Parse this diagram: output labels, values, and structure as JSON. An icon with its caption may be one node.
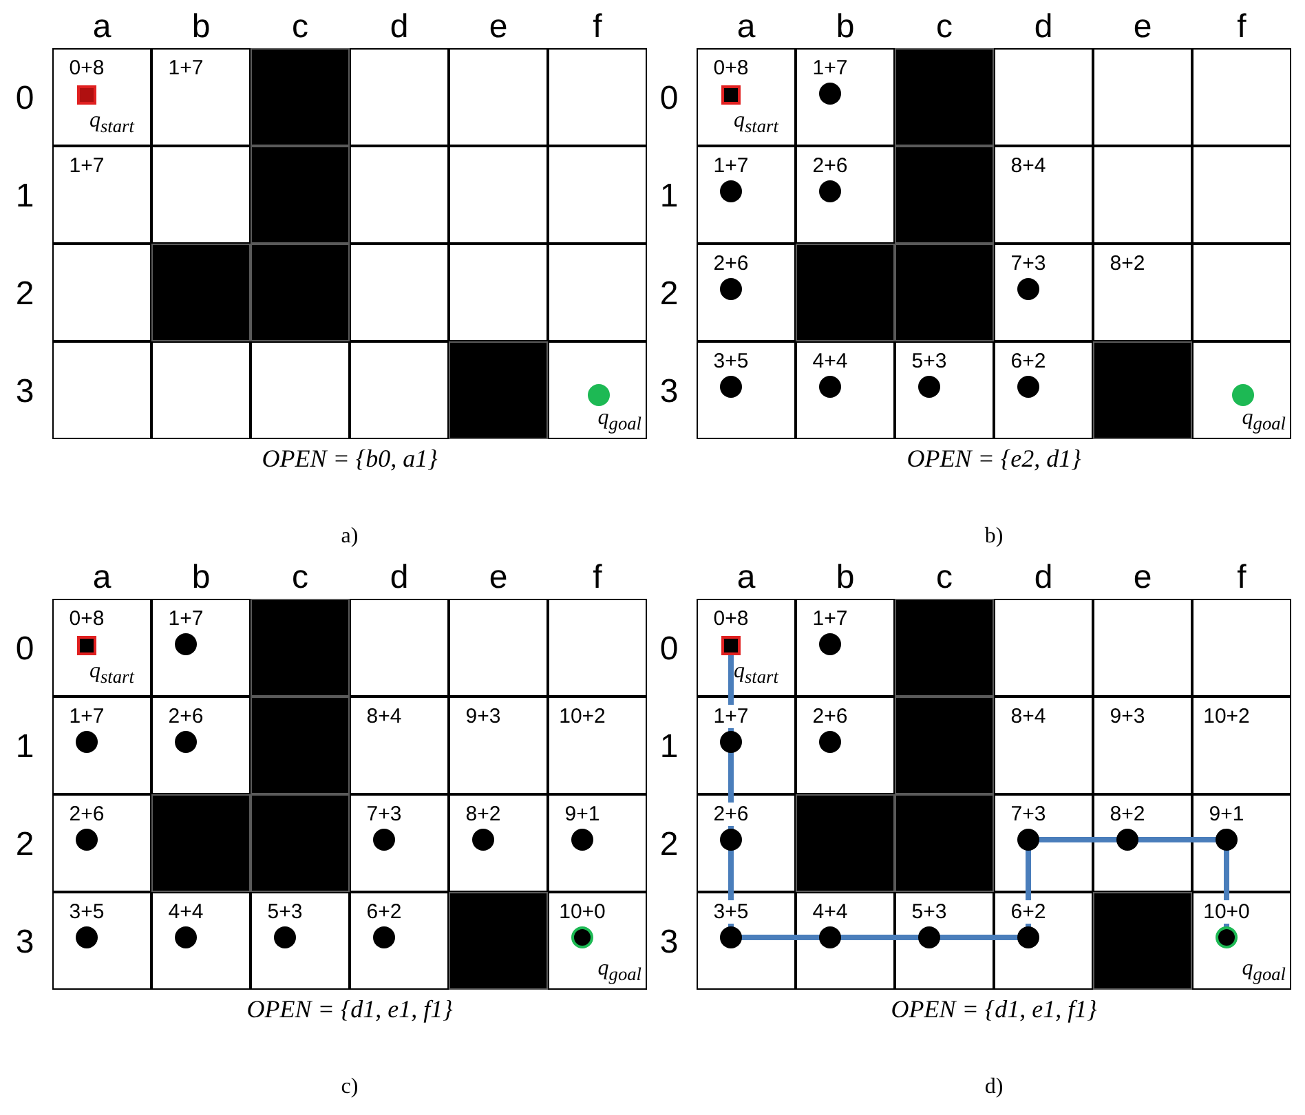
{
  "diagram": {
    "nodes": [
      {
        "text": [
          "0+8",
          "q$_{start}$"
        ]
      },
      {
        "text": [
          "1+7"
        ]
      },
      {
        "text": [],
        "shape": "box"
      },
      {
        "text": [],
        "shape": "box"
      },
      {
        "text": [],
        "shape": "box"
      },
      {
        "text": [],
        "shape": "box"
      },
      {
        "text": [
          "1+7"
        ]
      },
      {
        "text": [],
        "shape": "box"
      },
      {
        "text": [],
        "shape": "box"
      },
      {
        "text": [],
        "shape": "box"
      },
      {
        "text": [],
        "shape": "box"
      },
      {
        "text": [],
        "shape": "box"
      },
      {
        "text": [],
        "shape": "box"
      },
      {
        "text": [],
        "shape": "box"
      },
      {
        "text": [],
        "shape": "box"
      },
      {
        "text": [],
        "shape": "box"
      },
      {
        "text": [],
        "shape": "box"
      },
      {
        "text": [],
        "shape": "box"
      },
      {
        "text": [],
        "shape": "box"
      },
      {
        "text": [],
        "shape": "box"
      },
      {
        "text": [],
        "shape": "box"
      },
      {
        "text": [],
        "shape": "box"
      },
      {
        "text": [],
        "shape": "box"
      },
      {
        "text": [
          "q$_{goal}$"
        ]
      },
      {
        "text": [
          "0+8",
          "q$_{start}$"
        ]
      },
      {
        "text": [
          "1+7"
        ]
      },
      {
        "text": [],
        "shape": "box"
      },
      {
        "text": [],
        "shape": "box"
      },
      {
        "text": [],
        "shape": "box"
      },
      {
        "text": [],
        "shape": "box"
      },
      {
        "text": [
          "1+7"
        ]
      },
      {
        "text": [
          "2+6"
        ]
      },
      {
        "text": [],
        "shape": "box"
      },
      {
        "text": [
          "8+4"
        ]
      },
      {
        "text": [],
        "shape": "box"
      },
      {
        "text": [],
        "shape": "box"
      },
      {
        "text": [
          "2+6"
        ]
      },
      {
        "text": [],
        "shape": "box"
      },
      {
        "text": [],
        "shape": "box"
      },
      {
        "text": [
          "7+3"
        ]
      },
      {
        "text": [
          "8+2"
        ]
      },
      {
        "text": [],
        "shape": "box"
      },
      {
        "text": [
          "3+5"
        ]
      },
      {
        "text": [
          "4+4"
        ]
      },
      {
        "text": [
          "5+3"
        ]
      },
      {
        "text": [
          "6+2"
        ]
      },
      {
        "text": [],
        "shape": "box"
      },
      {
        "text": [
          "q$_{goal}$"
        ]
      },
      {
        "text": [
          "0+8",
          "q$_{start}$"
        ]
      },
      {
        "text": [
          "1+7"
        ]
      },
      {
        "text": [],
        "shape": "box"
      },
      {
        "text": [],
        "shape": "box"
      },
      {
        "text": [],
        "shape": "box"
      },
      {
        "text": [],
        "shape": "box"
      },
      {
        "text": [
          "1+7"
        ]
      },
      {
        "text": [
          "2+6"
        ]
      },
      {
        "text": [],
        "shape": "box"
      },
      {
        "text": [
          "8+4"
        ]
      },
      {
        "text": [
          "9+3"
        ]
      },
      {
        "text": [
          "10+2"
        ]
      },
      {
        "text": [
          "2+6"
        ]
      },
      {
        "text": [],
        "shape": "box"
      },
      {
        "text": [],
        "shape": "box"
      },
      {
        "text": [
          "7+3"
        ]
      },
      {
        "text": [
          "8+2"
        ]
      },
      {
        "text": [
          "9+1"
        ]
      },
      {
        "text": [
          "3+5"
        ]
      },
      {
        "text": [
          "4+4"
        ]
      },
      {
        "text": [
          "5+3"
        ]
      },
      {
        "text": [
          "6+2"
        ]
      },
      {
        "text": [],
        "shape": "box"
      },
      {
        "text": [
          "10+0",
          "q$_{goal}$"
        ]
      },
      {
        "text": [
          "0+8",
          "q$_{start}$"
        ]
      },
      {
        "text": [
          "1+7"
        ]
      },
      {
        "text": [],
        "shape": "box"
      },
      {
        "text": [],
        "shape": "box"
      },
      {
        "text": [],
        "shape": "box"
      },
      {
        "text": [],
        "shape": "box"
      },
      {
        "text": [
          "1+7"
        ]
      },
      {
        "text": [
          "2+6"
        ]
      },
      {
        "text": [],
        "shape": "box"
      },
      {
        "text": [
          "8+4"
        ]
      },
      {
        "text": [
          "9+3"
        ]
      },
      {
        "text": [
          "10+2"
        ]
      },
      {
        "text": [
          "2+6"
        ]
      },
      {
        "text": [],
        "shape": "box"
      },
      {
        "text": [],
        "shape": "box"
      },
      {
        "text": [
          "7+3"
        ]
      },
      {
        "text": [
          "8+2"
        ]
      },
      {
        "text": [
          "9+1"
        ]
      },
      {
        "text": [
          "3+5"
        ]
      },
      {
        "text": [
          "4+4"
        ]
      },
      {
        "text": [
          "5+3"
        ]
      },
      {
        "text": [
          "6+2"
        ]
      },
      {
        "text": [],
        "shape": "box"
      },
      {
        "text": [
          "10+0",
          "q$_{goal}$"
        ]
      }
    ],
    "edges": [
      {
        "from": 72,
        "to": 78,
        "arrow": "none"
      },
      {
        "from": 78,
        "to": 84,
        "arrow": "none"
      },
      {
        "from": 84,
        "to": 90,
        "arrow": "none"
      },
      {
        "from": 90,
        "to": 91,
        "arrow": "none"
      },
      {
        "from": 91,
        "to": 92,
        "arrow": "none"
      },
      {
        "from": 92,
        "to": 93,
        "arrow": "none"
      },
      {
        "from": 93,
        "to": 87,
        "arrow": "none"
      },
      {
        "from": 87,
        "to": 88,
        "arrow": "none"
      },
      {
        "from": 88,
        "to": 89,
        "arrow": "none"
      },
      {
        "from": 89,
        "to": 95,
        "arrow": "none"
      }
    ],
    "labels": [
      "a",
      "b",
      "c",
      "d",
      "e",
      "f",
      "0",
      "1",
      "2",
      "3",
      "OPEN = {b0, a1}",
      "a)",
      "a",
      "b",
      "c",
      "d",
      "e",
      "f",
      "0",
      "1",
      "2",
      "3",
      "OPEN = {e2, d1}",
      "b)",
      "a",
      "b",
      "c",
      "d",
      "e",
      "f",
      "0",
      "1",
      "2",
      "3",
      "OPEN = {d1, e1, f1}",
      "c)",
      "a",
      "b",
      "c",
      "d",
      "e",
      "f",
      "0",
      "1",
      "2",
      "3",
      "OPEN = {d1, e1, f1}",
      "d)"
    ]
  }
}
